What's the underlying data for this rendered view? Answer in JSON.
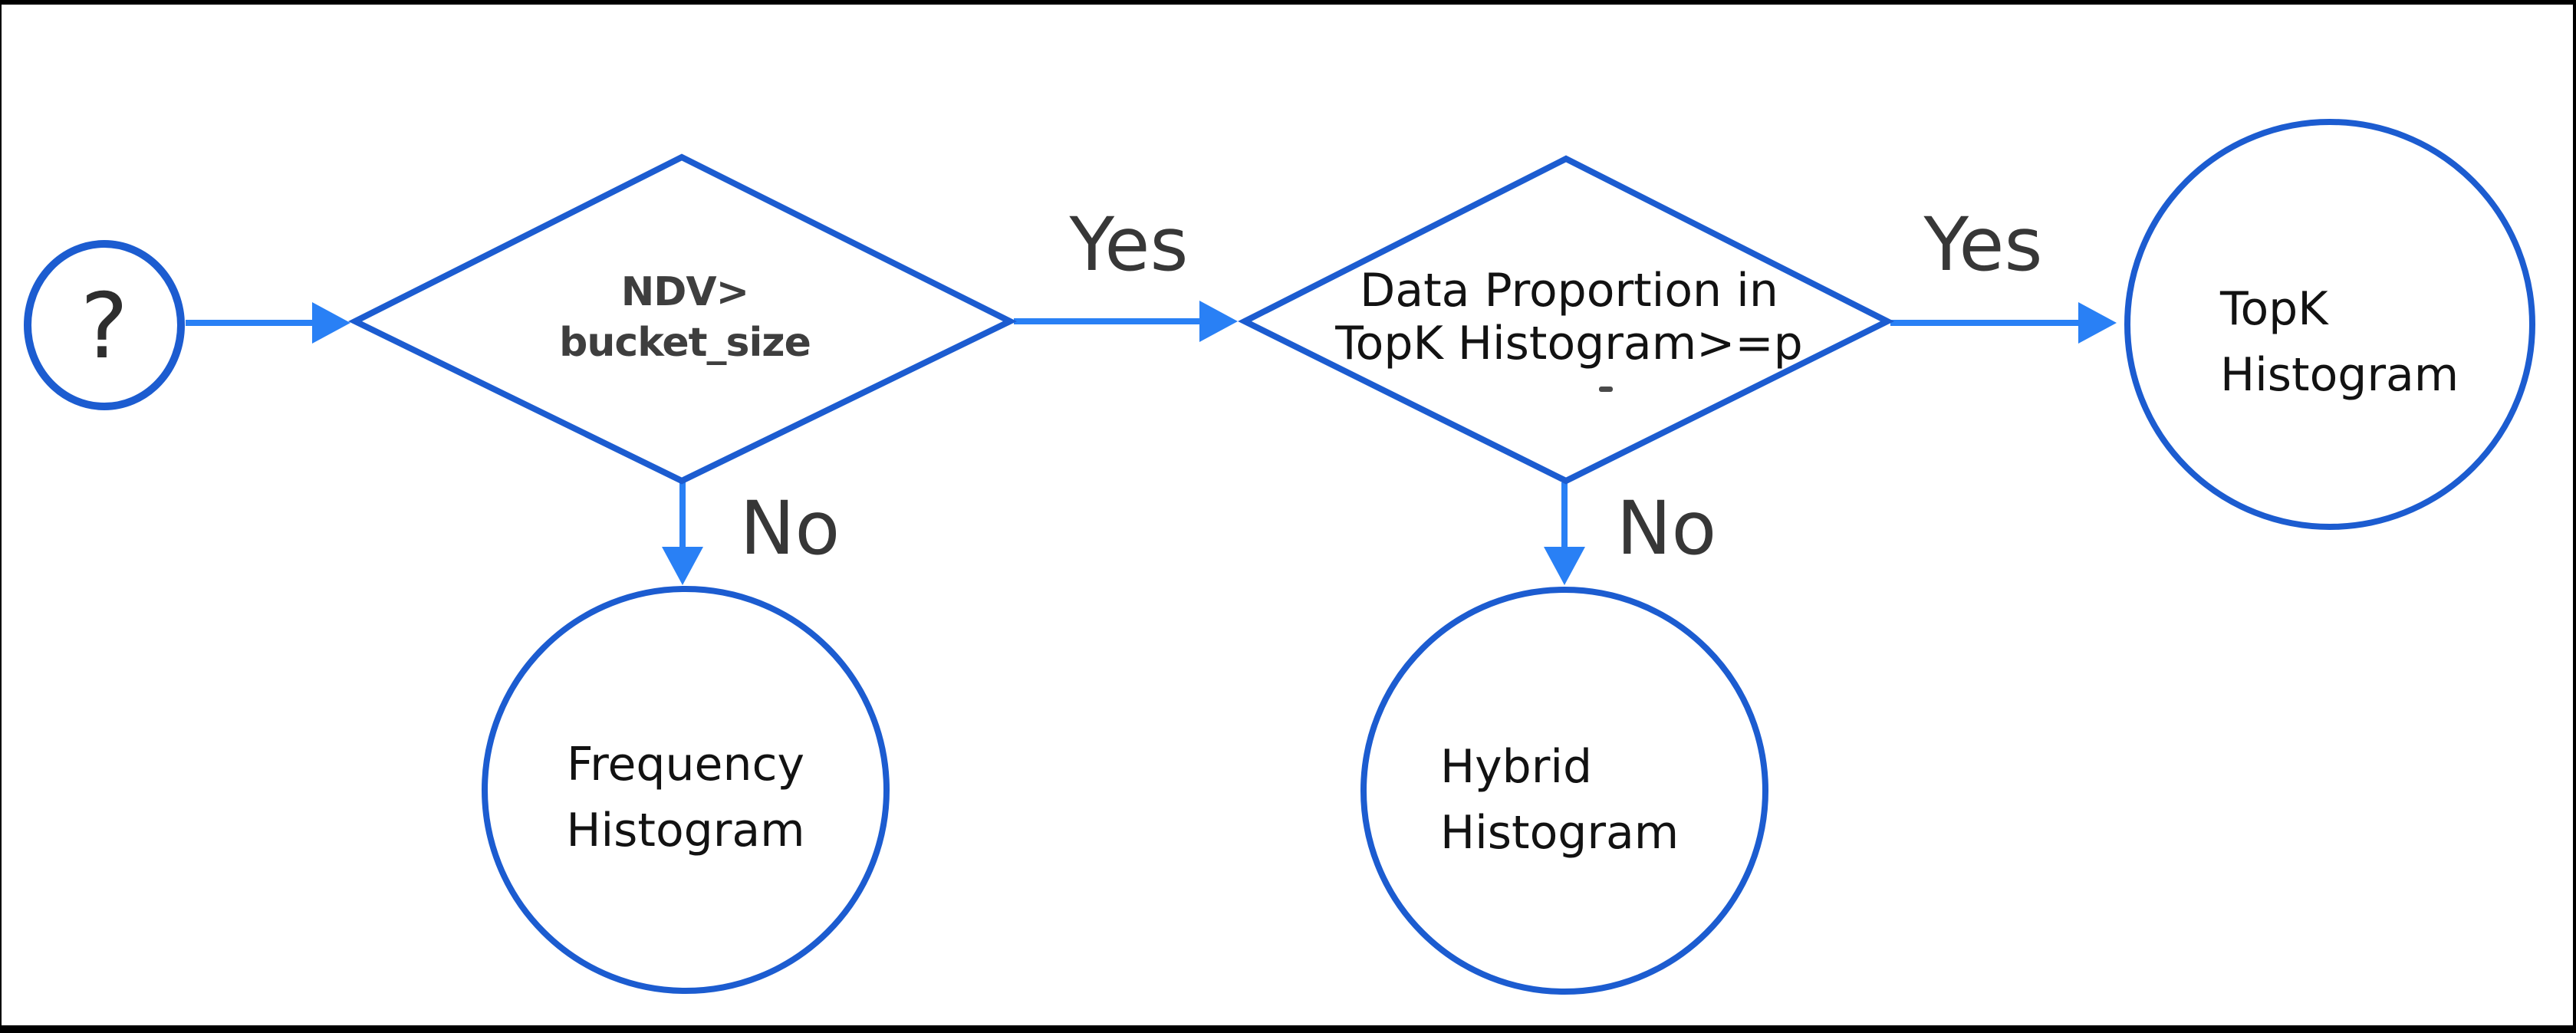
{
  "flowchart": {
    "start_node": {
      "label": "?"
    },
    "decision1": {
      "line1": "NDV>",
      "line2": "bucket_size"
    },
    "decision2": {
      "line1": "Data Proportion in",
      "line2": "TopK Histogram>=p"
    },
    "edge_labels": {
      "d1_yes": "Yes",
      "d1_no": "No",
      "d2_yes": "Yes",
      "d2_no": "No"
    },
    "outcome_frequency": {
      "line1": "Frequency",
      "line2": "Histogram"
    },
    "outcome_hybrid": {
      "line1": "Hybrid",
      "line2": "Histogram"
    },
    "outcome_topk": {
      "line1": "TopK",
      "line2": "Histogram"
    },
    "colors": {
      "shape_stroke": "#1c5cd0",
      "arrow": "#2980f5",
      "edge_label_text": "#373737",
      "decision1_text": "#3e3e3e",
      "node_text": "#121212",
      "border": "#000000",
      "background": "#ffffff"
    }
  }
}
